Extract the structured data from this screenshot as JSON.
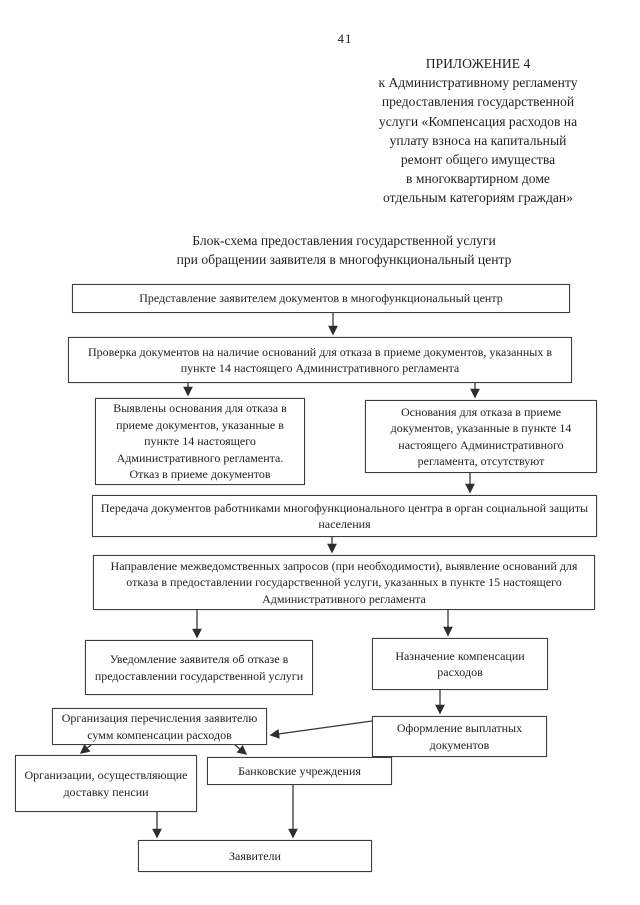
{
  "page": {
    "number": "41",
    "text_color": "#1f1f1f",
    "border_color": "#3d3d3d",
    "background": "#ffffff"
  },
  "header": {
    "lines": [
      "ПРИЛОЖЕНИЕ 4",
      "к Административному регламенту",
      "предоставления государственной",
      "услуги «Компенсация расходов на",
      "уплату взноса на капитальный",
      "ремонт общего имущества",
      "в многоквартирном доме",
      "отдельным категориям граждан»"
    ]
  },
  "title": {
    "line1": "Блок-схема предоставления государственной услуги",
    "line2": "при обращении заявителя в многофункциональный центр"
  },
  "flowchart": {
    "boxes": [
      {
        "id": "submit-documents",
        "text": "Представление заявителем документов в многофункциональный центр"
      },
      {
        "id": "check-documents",
        "text": "Проверка документов на наличие оснований для отказа в приеме документов, указанных в пункте 14 настоящего Административного регламента"
      },
      {
        "id": "refusal-grounds-found",
        "text": "Выявлены основания для отказа в приеме документов, указанные в пункте 14 настоящего Административного регламента. Отказ в приеме документов"
      },
      {
        "id": "no-refusal-grounds",
        "text": "Основания для отказа в приеме документов, указанные в пункте 14 настоящего Административного регламента, отсутствуют"
      },
      {
        "id": "transfer-to-social-protection",
        "text": "Передача документов работниками многофункционального центра в орган социальной защиты населения"
      },
      {
        "id": "interagency-requests",
        "text": "Направление межведомственных запросов (при необходимости), выявление оснований для отказа в предоставлении государственной услуги, указанных в пункте 15 настоящего Административного регламента"
      },
      {
        "id": "refusal-notification",
        "text": "Уведомление заявителя об отказе в предоставлении государственной услуги"
      },
      {
        "id": "assign-compensation",
        "text": "Назначение компенсации расходов"
      },
      {
        "id": "transfer-organization",
        "text": "Организация перечисления заявителю сумм компенсации расходов"
      },
      {
        "id": "payment-documents",
        "text": "Оформление выплатных документов"
      },
      {
        "id": "pension-delivery-organizations",
        "text": "Организации, осуществляющие доставку пенсии"
      },
      {
        "id": "bank-institutions",
        "text": "Банковские учреждения"
      },
      {
        "id": "applicants",
        "text": "Заявители"
      }
    ]
  }
}
